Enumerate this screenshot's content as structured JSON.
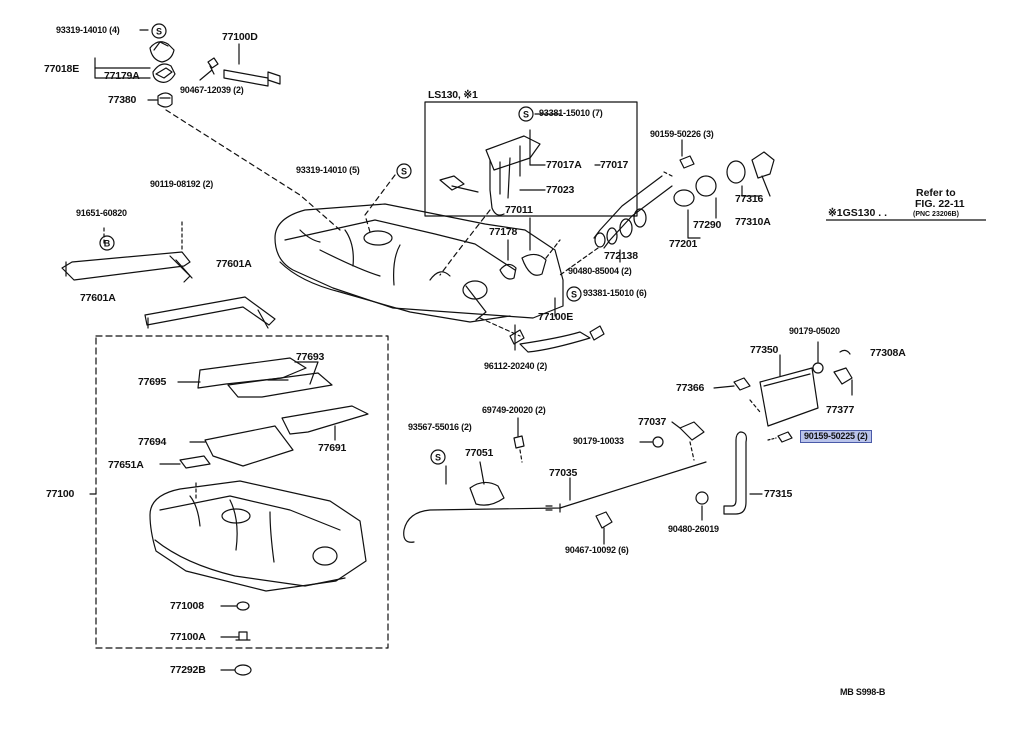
{
  "colors": {
    "ink": "#111111",
    "highlight_fill": "#b9c3ea",
    "highlight_border": "#4a5aa8"
  },
  "symbols": {
    "s": "S",
    "b": "B"
  },
  "labels": {
    "p93319_14010_4": "93319-14010 (4)",
    "p77100D": "77100D",
    "p77018E": "77018E",
    "p77179A": "77179A",
    "p90467_12039_2": "90467-12039 (2)",
    "p77380": "77380",
    "ls130_header": "LS130, ※1",
    "p93381_15010_7": "93381-15010 (7)",
    "p77017A": "77017A",
    "p77017": "77017",
    "p77023": "77023",
    "p93319_14010_5": "93319-14010 (5)",
    "p90119_08192_2": "90119-08192 (2)",
    "p91651_60820": "91651-60820",
    "p77601A_left": "77601A",
    "p77601A_right": "77601A",
    "p77011": "77011",
    "p77178": "77178",
    "p90159_50226_3": "90159-50226 (3)",
    "p77290": "77290",
    "p77316": "77316",
    "p77310A": "77310A",
    "p77201": "77201",
    "p772138": "772138",
    "p90480_85004_2": "90480-85004 (2)",
    "p93381_15010_6": "93381-15010 (6)",
    "p77100E": "77100E",
    "p96112_20240_2": "96112-20240 (2)",
    "p77693": "77693",
    "p77695": "77695",
    "p77691": "77691",
    "p77694": "77694",
    "p77651A": "77651A",
    "p77100": "77100",
    "p771008": "771008",
    "p77100A": "77100A",
    "p77292B": "77292B",
    "p90179_05020": "90179-05020",
    "p77350": "77350",
    "p77308A": "77308A",
    "p77366": "77366",
    "p77377": "77377",
    "p93567_55016_2": "93567-55016 (2)",
    "p69749_20020_2": "69749-20020 (2)",
    "p77037": "77037",
    "p90179_10033": "90179-10033",
    "p77051": "77051",
    "p77035": "77035",
    "p90159_50225_2": "90159-50225 (2)",
    "p77315": "77315",
    "p90480_26019": "90480-26019",
    "p90467_10092_6": "90467-10092 (6)"
  },
  "refer": {
    "line1": "Refer to",
    "line2": "FIG. 22-11",
    "line3_main": "※1GS130 . .",
    "line3_pnc": "(PNC 23206B)"
  },
  "footer": {
    "code": "MB S998-B"
  }
}
